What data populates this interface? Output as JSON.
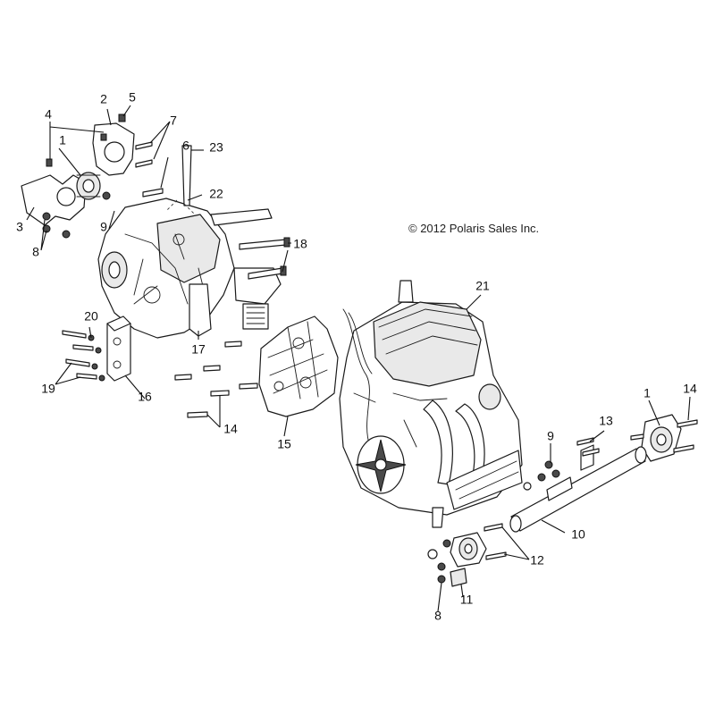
{
  "copyright": "© 2012 Polaris Sales Inc.",
  "callouts": {
    "c1a": "1",
    "c2": "2",
    "c3": "3",
    "c4": "4",
    "c5": "5",
    "c6": "6",
    "c7": "7",
    "c8a": "8",
    "c9a": "9",
    "c22": "22",
    "c23": "23",
    "c18": "18",
    "c20": "20",
    "c19": "19",
    "c16": "16",
    "c17": "17",
    "c14a": "14",
    "c15": "15",
    "c21": "21",
    "c1b": "1",
    "c14b": "14",
    "c13": "13",
    "c9b": "9",
    "c10": "10",
    "c12": "12",
    "c11": "11",
    "c8b": "8"
  }
}
